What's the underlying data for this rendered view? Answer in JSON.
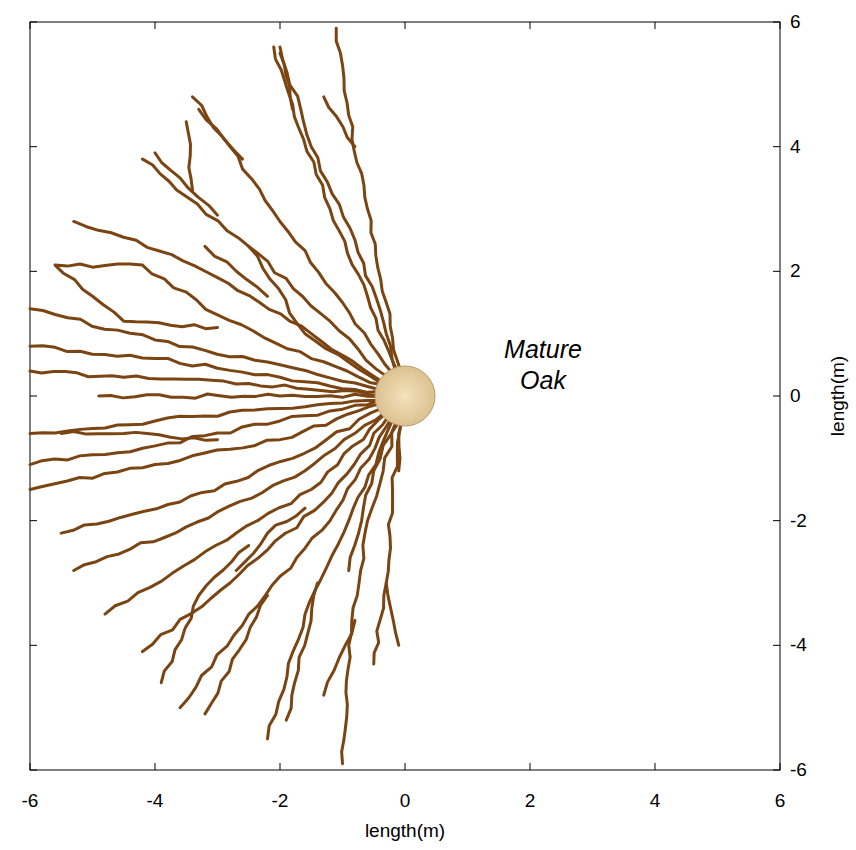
{
  "diagram": {
    "labels": [
      "-6",
      "-4",
      "-2",
      "0",
      "2",
      "4",
      "6",
      "length(m)",
      "6",
      "4",
      "2",
      "0",
      "-2",
      "-4",
      "-6",
      "length(m)",
      "Mature Oak"
    ]
  }
}
